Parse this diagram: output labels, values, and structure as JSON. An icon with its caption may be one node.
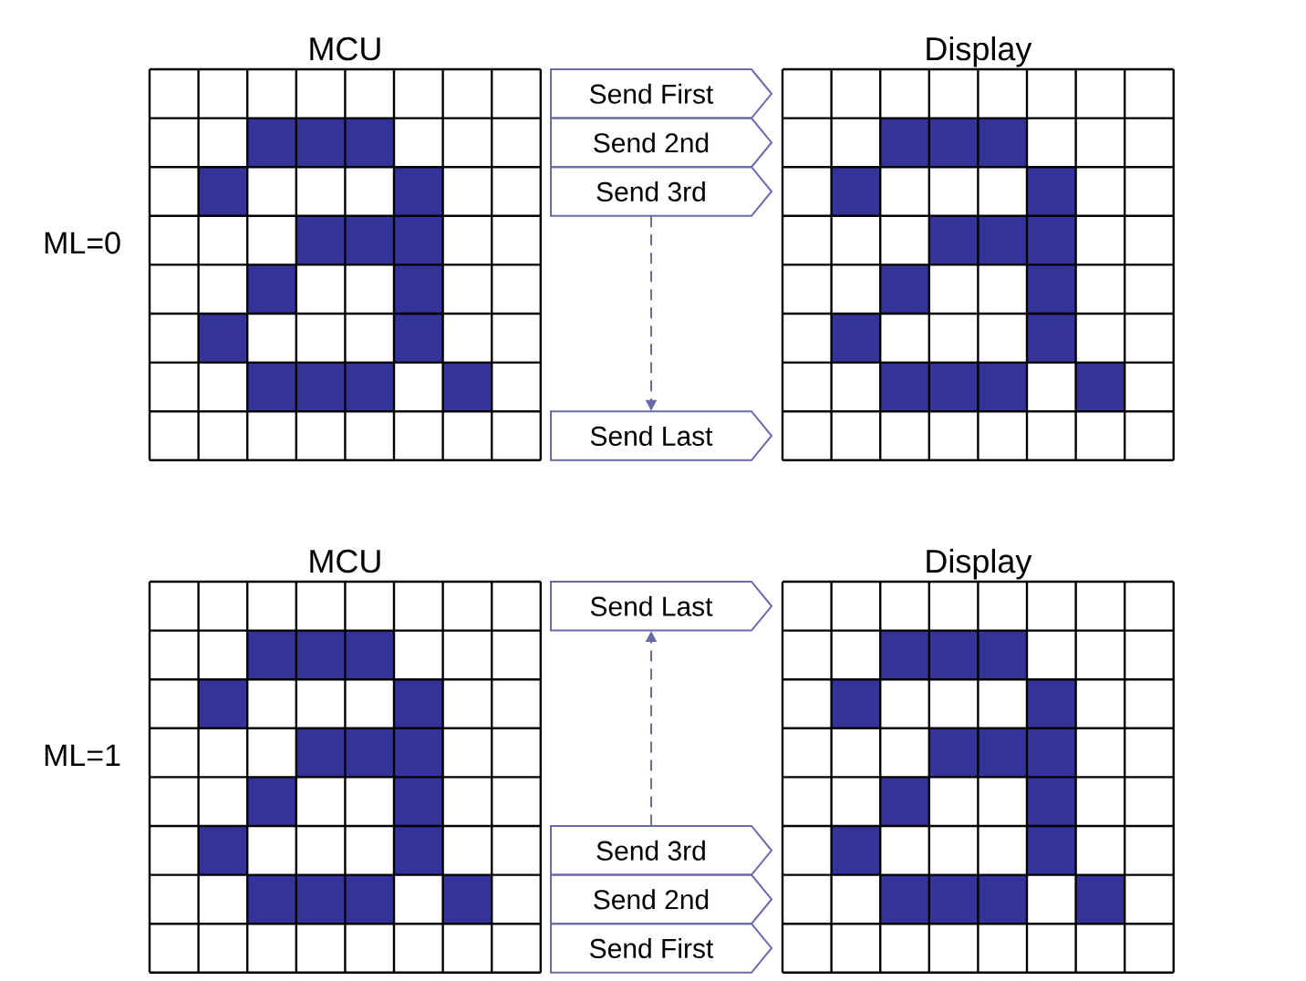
{
  "diagram": {
    "nodes": [
      {
        "text": [
          "MCU"
        ]
      },
      {
        "text": [
          "Send First"
        ]
      },
      {
        "text": [
          "Send 2nd"
        ]
      },
      {
        "text": [
          "Send 3rd"
        ]
      },
      {
        "text": [
          "Send Last"
        ]
      },
      {
        "text": [
          "Display"
        ]
      },
      {
        "text": [
          "MCU"
        ]
      },
      {
        "text": [
          "Send Last"
        ]
      },
      {
        "text": [
          "Send 3rd"
        ]
      },
      {
        "text": [
          "Send 2nd"
        ]
      },
      {
        "text": [
          "Send First"
        ]
      },
      {
        "text": [
          "Display"
        ]
      }
    ],
    "edges": [
      {
        "from": 3,
        "to": 4,
        "arrow": "to",
        "style": "dashed"
      },
      {
        "from": 8,
        "to": 7,
        "arrow": "to",
        "style": "dashed"
      }
    ],
    "labels": [
      "ML=0",
      "ML=1"
    ]
  }
}
